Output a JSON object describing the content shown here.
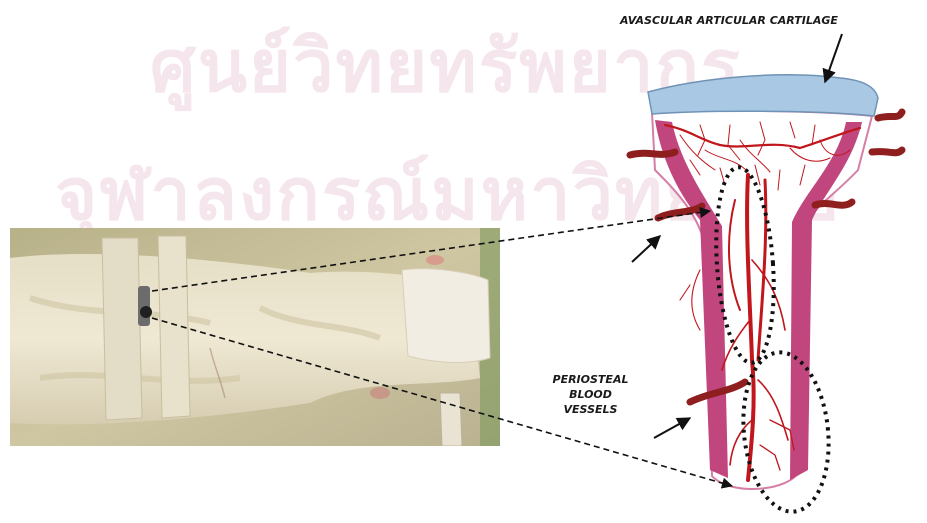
{
  "watermark": {
    "line1": "ศูนย์วิทยทรัพยากร",
    "line2": "จุฬาลงกรณ์มหาวิทยาลัย"
  },
  "labels": {
    "cartilage": "AVASCULAR ARTICULAR CARTILAGE",
    "periosteal_line1": "PERIOSTEAL",
    "periosteal_line2": "BLOOD",
    "periosteal_line3": "VESSELS"
  },
  "colors": {
    "cartilage": "#a9c8e3",
    "cortex": "#c2467e",
    "vessel": "#c0161c",
    "marrow": "#ffffff",
    "photo_bg": "#c9c09a",
    "watermark": "#f4e6ec"
  }
}
